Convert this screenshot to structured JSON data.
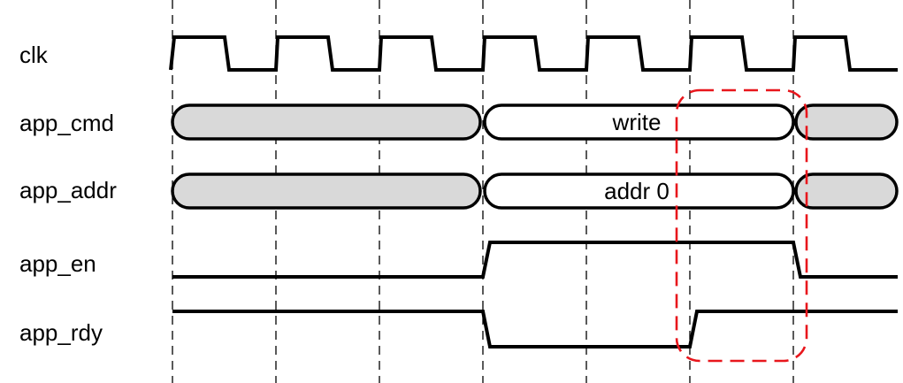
{
  "signals": {
    "clk": "clk",
    "app_cmd": "app_cmd",
    "app_addr": "app_addr",
    "app_en": "app_en",
    "app_rdy": "app_rdy"
  },
  "bus_values": {
    "app_cmd": "write",
    "app_addr": "addr 0"
  },
  "colors": {
    "undefined_fill": "#d9d9d9",
    "highlight": "#e8161c"
  }
}
